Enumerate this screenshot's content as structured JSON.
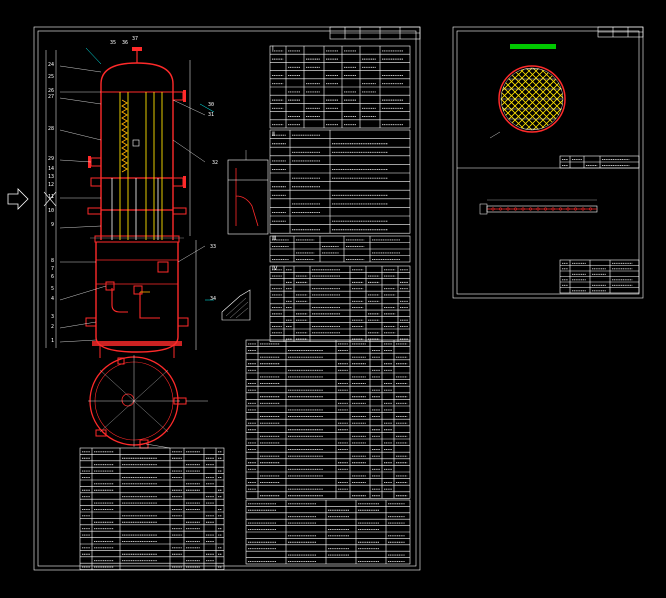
{
  "drawing": {
    "sheet1_labels": {
      "left_numbers": [
        "24",
        "25",
        "26",
        "27",
        "28",
        "29",
        "14",
        "13",
        "12",
        "11",
        "10",
        "9",
        "8",
        "7",
        "6",
        "5",
        "4",
        "3",
        "2",
        "1"
      ],
      "top_numbers": [
        "35",
        "36",
        "37"
      ],
      "right_numbers": [
        "30",
        "31",
        "32",
        "33",
        "34"
      ],
      "section_header_1": "Ⅰ",
      "section_header_2": "Ⅱ",
      "section_header_3": "Ⅲ",
      "section_header_4": "Ⅳ"
    },
    "sheet2_title": "",
    "colors": {
      "background": "#000000",
      "frame": "#ffffff",
      "vessel": "#ff2a2a",
      "internal": "#ffe300",
      "leader": "#00ffff",
      "mesh": "#ffe300"
    },
    "icons": [
      "arrow-right-icon"
    ]
  }
}
